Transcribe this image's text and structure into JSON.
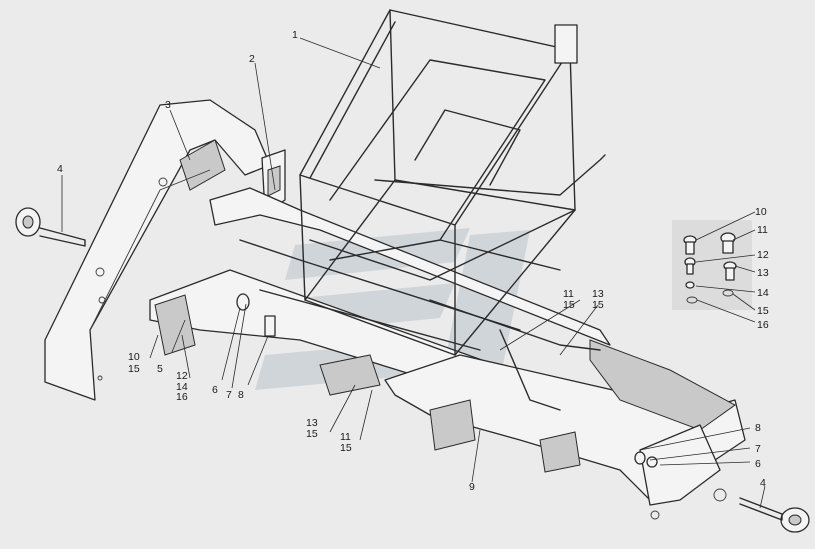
{
  "diagram": {
    "colors": {
      "background": "#ebebeb",
      "line": "#2b2b2b",
      "watermark": "#b9c2cc"
    },
    "callouts": [
      {
        "id": "c1",
        "text": "1"
      },
      {
        "id": "c2",
        "text": "2"
      },
      {
        "id": "c3",
        "text": "3"
      },
      {
        "id": "c4a",
        "text": "4"
      },
      {
        "id": "c5",
        "text": "5"
      },
      {
        "id": "c6a",
        "text": "6"
      },
      {
        "id": "c7a",
        "text": "7"
      },
      {
        "id": "c8a",
        "text": "8"
      },
      {
        "id": "c9",
        "text": "9"
      },
      {
        "id": "c10a",
        "text": "10"
      },
      {
        "id": "c15a",
        "text": "15"
      },
      {
        "id": "c12a",
        "text": "12"
      },
      {
        "id": "c14a",
        "text": "14"
      },
      {
        "id": "c16a",
        "text": "16"
      },
      {
        "id": "c11a",
        "text": "11"
      },
      {
        "id": "c15b",
        "text": "15"
      },
      {
        "id": "c13a",
        "text": "13"
      },
      {
        "id": "c15c",
        "text": "15"
      },
      {
        "id": "c13b",
        "text": "13"
      },
      {
        "id": "c15d",
        "text": "15"
      },
      {
        "id": "c11b",
        "text": "11"
      },
      {
        "id": "c15e",
        "text": "15"
      },
      {
        "id": "c8b",
        "text": "8"
      },
      {
        "id": "c7b",
        "text": "7"
      },
      {
        "id": "c6b",
        "text": "6"
      },
      {
        "id": "c4b",
        "text": "4"
      },
      {
        "id": "c10b",
        "text": "10"
      },
      {
        "id": "c11c",
        "text": "11"
      },
      {
        "id": "c12b",
        "text": "12"
      },
      {
        "id": "c13c",
        "text": "13"
      },
      {
        "id": "c14b",
        "text": "14"
      },
      {
        "id": "c15f",
        "text": "15"
      },
      {
        "id": "c16b",
        "text": "16"
      }
    ]
  }
}
